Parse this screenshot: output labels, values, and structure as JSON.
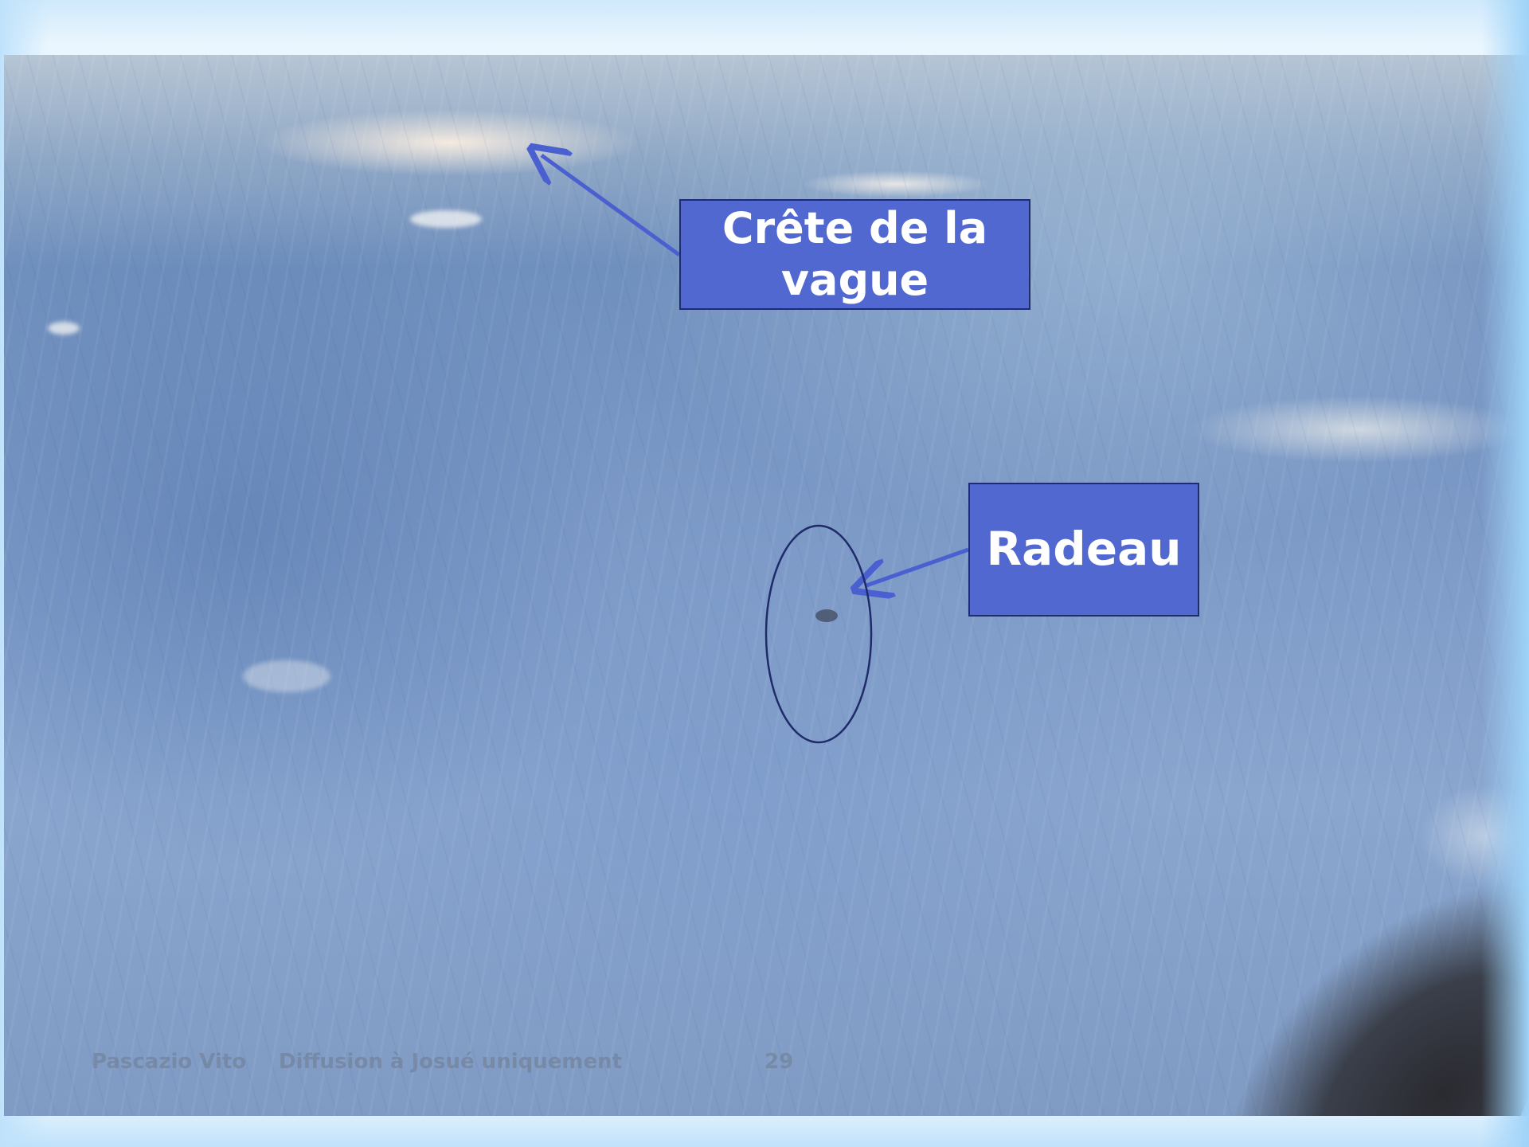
{
  "callouts": {
    "wave_crest": "Crête de la vague",
    "raft": "Radeau"
  },
  "footer": {
    "author": "Pascazio Vito",
    "notice": "Diffusion à Josué uniquement",
    "page": "29"
  },
  "colors": {
    "callout_fill": "#5068cf",
    "callout_border": "#1f2c72",
    "arrow": "#4a5fd0",
    "ellipse": "#1e2a6a"
  }
}
